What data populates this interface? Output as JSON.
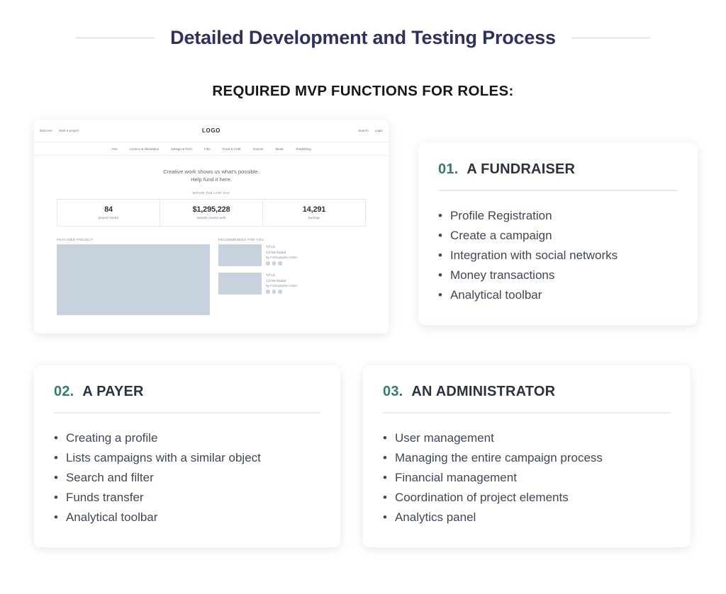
{
  "header": {
    "title": "Detailed Development and Testing Process",
    "subtitle": "REQUIRED MVP FUNCTIONS FOR ROLES:",
    "title_color": "#2e3060",
    "accent_color": "#2f7f6e"
  },
  "mockup": {
    "nav_left": [
      "Discover",
      "Start a project"
    ],
    "logo": "LOGO",
    "nav_right": [
      "Search",
      "Login"
    ],
    "categories": [
      "Arts",
      "Comics & Illustration",
      "Design & Tech",
      "Film",
      "Food & Craft",
      "Games",
      "Music",
      "Publishing"
    ],
    "hero_line_1": "Creative work shows us what's possible.",
    "hero_line_2": "Help fund it here.",
    "stats_label": "WITHIN THE LAST DAY",
    "stats": [
      {
        "value": "84",
        "label": "projects funded"
      },
      {
        "value": "$1,295,228",
        "label": "towards creative work"
      },
      {
        "value": "14,291",
        "label": "backings"
      }
    ],
    "featured_label": "FEATURED PROJECT",
    "recommended_label": "RECOMMENDED FOR YOU",
    "recommended_items": [
      {
        "title": "TITLE",
        "funded": "1,171% funded",
        "author": "By Fockographix GmbH"
      },
      {
        "title": "TITLE",
        "funded": "1,171% funded",
        "author": "By Fockographix GmbH"
      }
    ],
    "placeholder_color": "#c8d2de"
  },
  "cards": [
    {
      "number": "01.",
      "title": "A FUNDRAISER",
      "items": [
        "Profile Registration",
        "Create a campaign",
        "Integration with social networks",
        "Money transactions",
        "Analytical toolbar"
      ]
    },
    {
      "number": "02.",
      "title": "A PAYER",
      "items": [
        "Creating a profile",
        "Lists campaigns with a similar object",
        "Search and filter",
        "Funds transfer",
        "Analytical toolbar"
      ]
    },
    {
      "number": "03.",
      "title": "AN ADMINISTRATOR",
      "items": [
        "User management",
        "Managing the entire campaign process",
        "Financial management",
        "Coordination of project elements",
        "Analytics panel"
      ]
    }
  ],
  "bullet_glyph": "•"
}
